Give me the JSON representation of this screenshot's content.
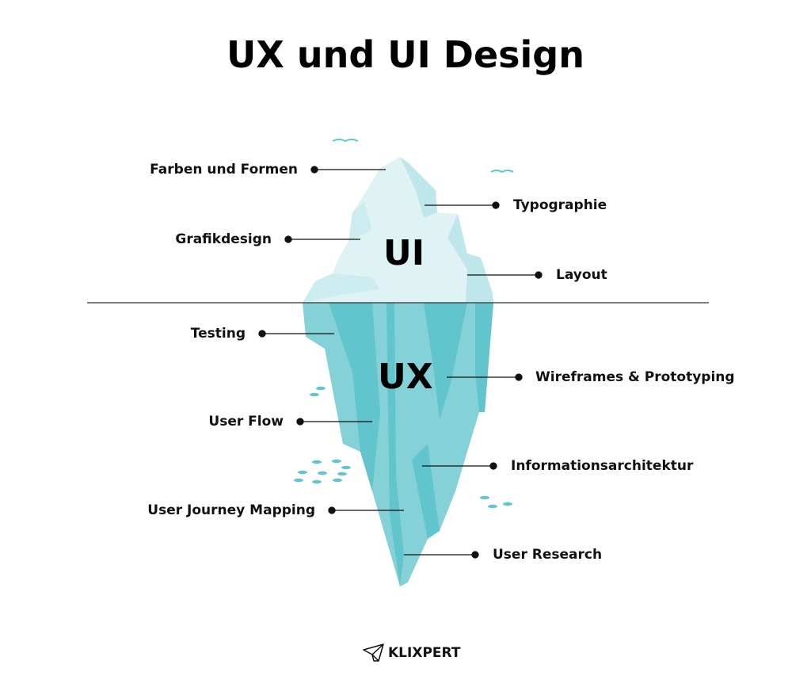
{
  "title": "UX und UI Design",
  "iceberg": {
    "top_label": "UI",
    "bottom_label": "UX"
  },
  "labels_left": [
    "Farben und Formen",
    "Grafikdesign",
    "Testing",
    "User Flow",
    "User Journey Mapping"
  ],
  "labels_right": [
    "Typographie",
    "Layout",
    "Wireframes & Prototyping",
    "Informationsarchitektur",
    "User Research"
  ],
  "brand": {
    "name": "KLIXPERT",
    "icon": "paper-plane-logo-icon"
  },
  "colors": {
    "ice_top": "#dff3f5",
    "ice_top_shade": "#bfe6ea",
    "ice_under": "#84d2d8",
    "ice_under_dark": "#62c5cd",
    "fish": "#62c5cd"
  }
}
